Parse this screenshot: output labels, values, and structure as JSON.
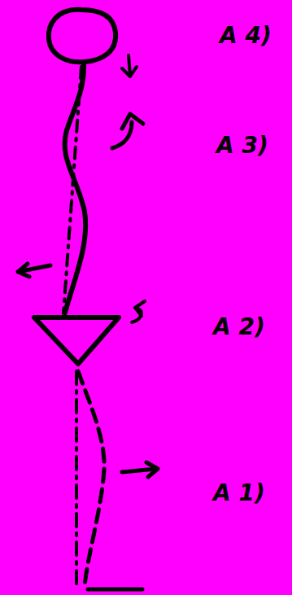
{
  "diagram": {
    "labels": [
      "A 4)",
      "A 3)",
      "A 2)",
      "A 1)"
    ]
  }
}
